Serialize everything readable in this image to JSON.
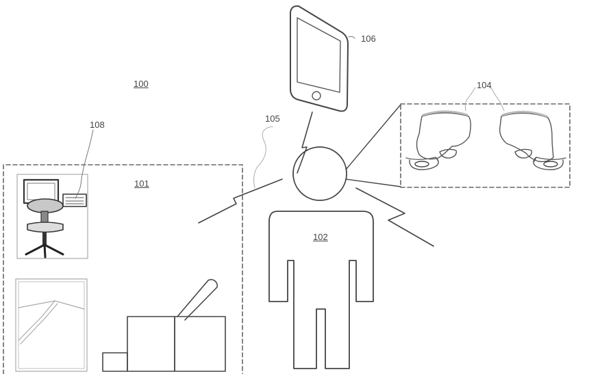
{
  "labels": {
    "system": "100",
    "environment": "101",
    "user": "102",
    "earbuds": "104",
    "wireless_link": "105",
    "mobile_device": "106",
    "computer_station": "108"
  },
  "colors": {
    "line": "#555555",
    "light_line": "#999999",
    "fill_gray": "#c8c8c8",
    "dark": "#333333"
  }
}
